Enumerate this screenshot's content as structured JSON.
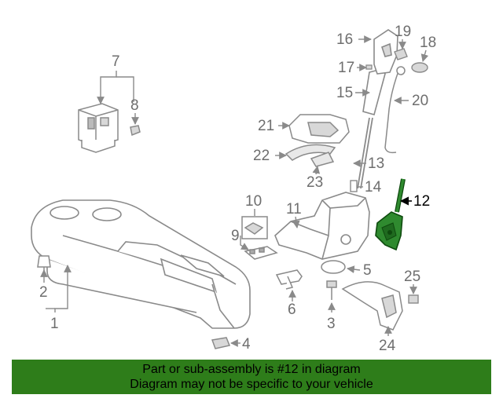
{
  "colors": {
    "part_gray": "#8a8a8a",
    "part_light": "#d8d8d8",
    "highlight_green": "#2f8a2f",
    "highlight_dark": "#0e4a0e",
    "banner_green": "#2e7d1a",
    "text_gray": "#6e6e6e",
    "text_black": "#000000"
  },
  "callouts": [
    {
      "id": "1",
      "label": "1"
    },
    {
      "id": "2",
      "label": "2"
    },
    {
      "id": "3",
      "label": "3"
    },
    {
      "id": "4",
      "label": "4"
    },
    {
      "id": "5",
      "label": "5"
    },
    {
      "id": "6",
      "label": "6"
    },
    {
      "id": "7",
      "label": "7"
    },
    {
      "id": "8",
      "label": "8"
    },
    {
      "id": "9",
      "label": "9"
    },
    {
      "id": "10",
      "label": "10"
    },
    {
      "id": "11",
      "label": "11"
    },
    {
      "id": "12",
      "label": "12",
      "highlighted": true
    },
    {
      "id": "13",
      "label": "13"
    },
    {
      "id": "14",
      "label": "14"
    },
    {
      "id": "15",
      "label": "15"
    },
    {
      "id": "16",
      "label": "16"
    },
    {
      "id": "17",
      "label": "17"
    },
    {
      "id": "18",
      "label": "18"
    },
    {
      "id": "19",
      "label": "19"
    },
    {
      "id": "20",
      "label": "20"
    },
    {
      "id": "21",
      "label": "21"
    },
    {
      "id": "22",
      "label": "22"
    },
    {
      "id": "23",
      "label": "23"
    },
    {
      "id": "24",
      "label": "24"
    },
    {
      "id": "25",
      "label": "25"
    }
  ],
  "banner": {
    "line1": "Part or sub-assembly is #12 in diagram",
    "line2": "Diagram may not be specific to your vehicle"
  }
}
